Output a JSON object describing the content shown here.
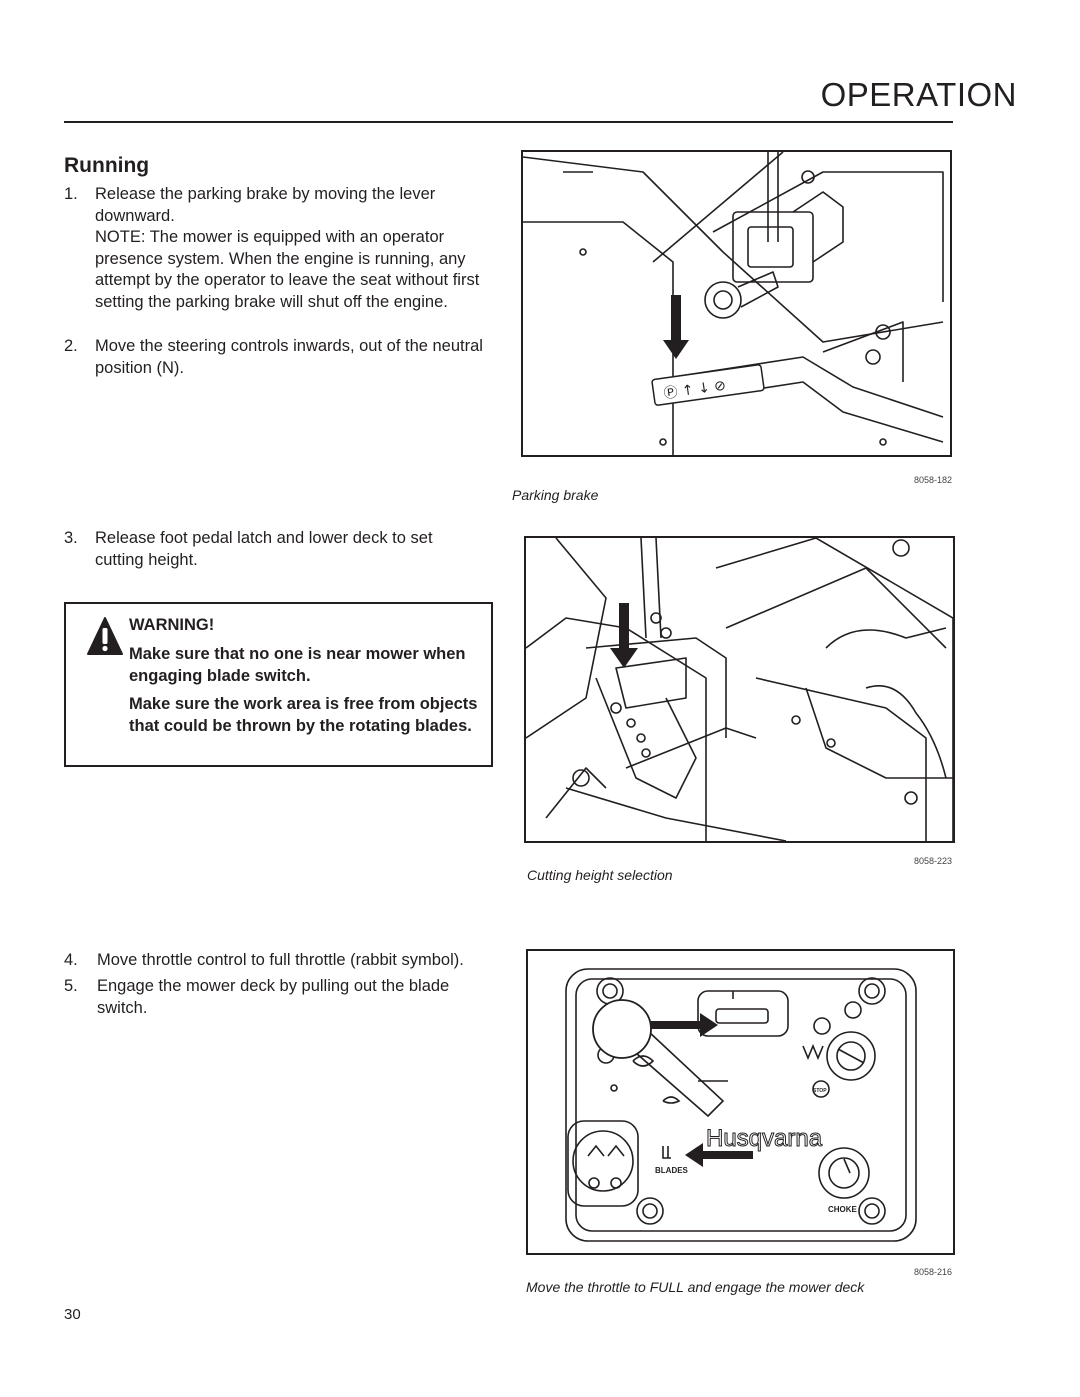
{
  "header": {
    "title": "OPERATION"
  },
  "section": {
    "title": "Running"
  },
  "steps": [
    {
      "num": "1.",
      "text": "Release the parking brake by moving the lever downward."
    },
    {
      "note": "NOTE: The mower is equipped with an operator presence system. When the engine is running, any attempt by the operator to leave the seat without first setting the parking brake will shut off the engine."
    },
    {
      "num": "2.",
      "text": "Move the steering controls inwards, out of the neutral position (N)."
    },
    {
      "num": "3.",
      "text": "Release foot pedal latch and lower deck to set cutting height."
    },
    {
      "num": "4.",
      "text": "Move throttle control to full throttle (rabbit symbol)."
    },
    {
      "num": "5.",
      "text": "Engage the mower deck by pulling out the blade switch."
    }
  ],
  "warning": {
    "title": "WARNING!",
    "line1": "Make sure that no one is near mower when engaging blade switch.",
    "line2": "Make sure the work area is free from objects that could be thrown by the rotating blades."
  },
  "figures": [
    {
      "code": "8058-182",
      "caption": "Parking brake"
    },
    {
      "code": "8058-223",
      "caption": "Cutting height selection"
    },
    {
      "code": "8058-216",
      "caption": "Move the throttle to FULL and engage the mower deck",
      "panel_labels": {
        "brand": "Husqvarna",
        "blades": "BLADES",
        "choke": "CHOKE",
        "stop": "STOP"
      }
    }
  ],
  "page_number": "30"
}
